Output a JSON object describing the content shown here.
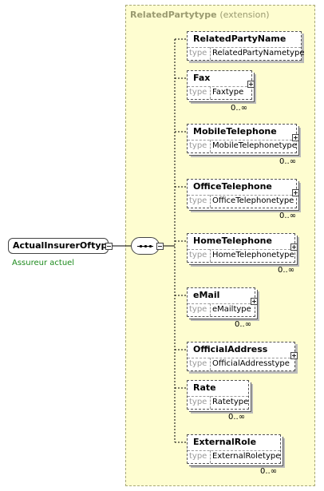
{
  "root": {
    "name": "ActualInsurerOftype",
    "description": "Assureur actuel"
  },
  "complex_type": {
    "name": "RelatedPartytype",
    "qualifier": "(extension)"
  },
  "compositor": "sequence",
  "type_keyword": "type",
  "elements": [
    {
      "name": "RelatedPartyName",
      "type": "RelatedPartyNametype",
      "occurs": "",
      "expandable": false,
      "stacked": false
    },
    {
      "name": "Fax",
      "type": "Faxtype",
      "occurs": "0..∞",
      "expandable": true,
      "stacked": true
    },
    {
      "name": "MobileTelephone",
      "type": "MobileTelephonetype",
      "occurs": "0..∞",
      "expandable": true,
      "stacked": true
    },
    {
      "name": "OfficeTelephone",
      "type": "OfficeTelephonetype",
      "occurs": "0..∞",
      "expandable": true,
      "stacked": true
    },
    {
      "name": "HomeTelephone",
      "type": "HomeTelephonetype",
      "occurs": "0..∞",
      "expandable": true,
      "stacked": true
    },
    {
      "name": "eMail",
      "type": "eMailtype",
      "occurs": "0..∞",
      "expandable": true,
      "stacked": true
    },
    {
      "name": "OfficialAddress",
      "type": "OfficialAddresstype",
      "occurs": "",
      "expandable": true,
      "stacked": false
    },
    {
      "name": "Rate",
      "type": "Ratetype",
      "occurs": "0..∞",
      "expandable": false,
      "stacked": true
    },
    {
      "name": "ExternalRole",
      "type": "ExternalRoletype",
      "occurs": "0..∞",
      "expandable": false,
      "stacked": true
    }
  ]
}
